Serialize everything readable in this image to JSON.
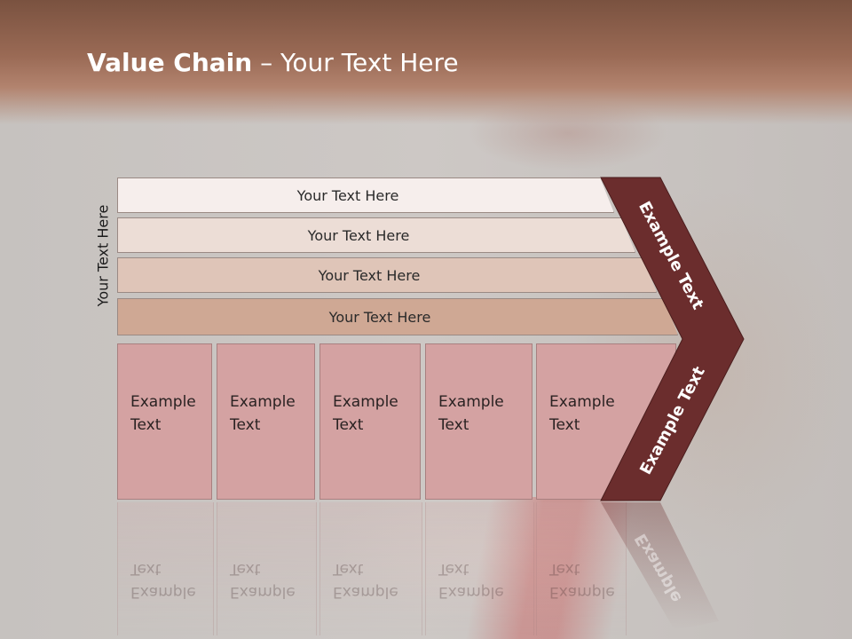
{
  "slide": {
    "title_bold": "Value Chain",
    "title_rest": " – Your Text Here",
    "side_label": "Your Text Here",
    "rows": [
      {
        "label": "Your Text Here",
        "color": "#f6eeec"
      },
      {
        "label": "Your Text Here",
        "color": "#ecddd6"
      },
      {
        "label": "Your Text Here",
        "color": "#dfc5b8"
      },
      {
        "label": "Your Text Here",
        "color": "#cfa894"
      }
    ],
    "cells": [
      {
        "line1": "Example",
        "line2": "Text"
      },
      {
        "line1": "Example",
        "line2": "Text"
      },
      {
        "line1": "Example",
        "line2": "Text"
      },
      {
        "line1": "Example",
        "line2": "Text"
      },
      {
        "line1": "Example",
        "line2": "Text"
      }
    ],
    "chevron_upper": "Example Text",
    "chevron_lower": "Example Text",
    "chevron_color": "#6b2d2d",
    "cell_color": "#d4a2a2"
  }
}
